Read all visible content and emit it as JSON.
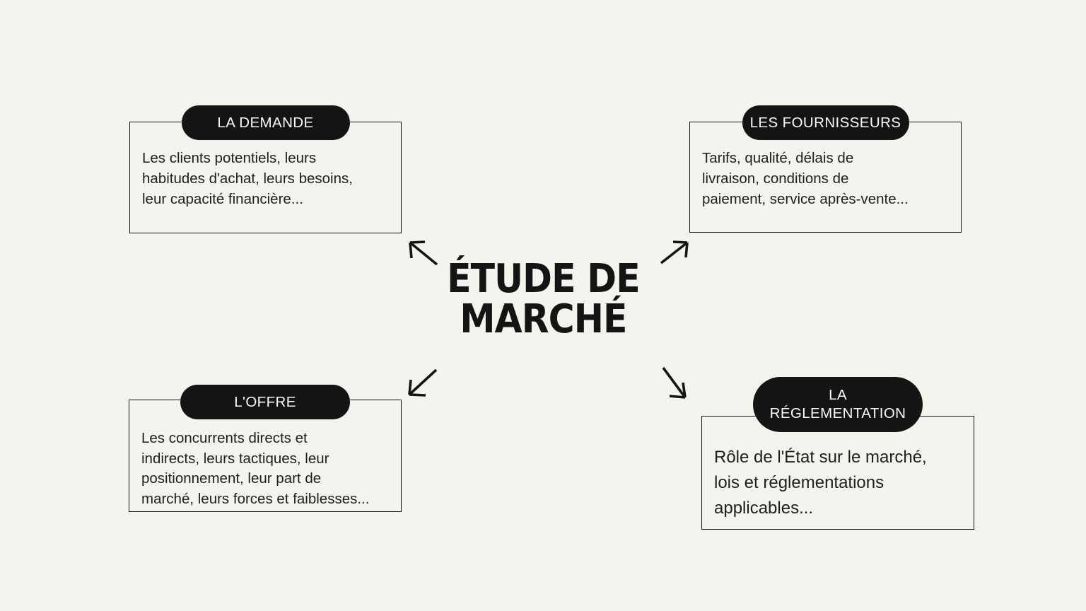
{
  "slide": {
    "background": "#f5f3ee",
    "ink": "#141414",
    "body_text_color": "#1e1e1e",
    "pill_text_color": "#fbfaf6"
  },
  "center": {
    "title": "ÉTUDE DE\nMARCHÉ"
  },
  "nodes": [
    {
      "label": "LA DEMANDE",
      "body": "Les clients potentiels, leurs\nhabitudes d'achat, leurs besoins,\nleur capacité financière..."
    },
    {
      "label": "LES FOURNISSEURS",
      "body": "Tarifs, qualité, délais de\nlivraison, conditions de\npaiement, service après-vente..."
    },
    {
      "label": "L'OFFRE",
      "body": "Les concurrents directs et\nindirects, leurs tactiques, leur\npositionnement, leur part de\nmarché, leurs forces et faiblesses..."
    },
    {
      "label": "LA\nRÉGLEMENTATION",
      "body": "Rôle de l'État sur le marché,\nlois et réglementations\napplicables..."
    }
  ],
  "arrows": [
    {
      "direction": "up-left"
    },
    {
      "direction": "up-right"
    },
    {
      "direction": "down-left"
    },
    {
      "direction": "down-right"
    }
  ]
}
